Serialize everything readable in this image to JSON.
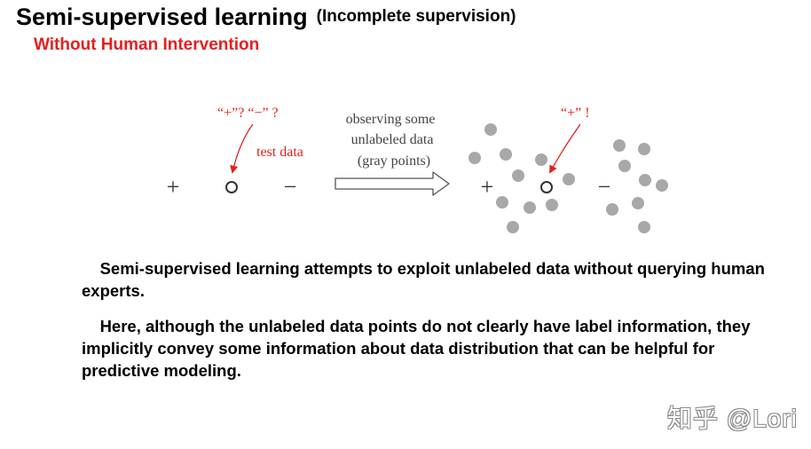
{
  "title": {
    "main": "Semi-supervised learning",
    "sub": "(Incomplete supervision)"
  },
  "subtitle": "Without Human Intervention",
  "diagram": {
    "left_panel": {
      "plus_symbol": "+",
      "minus_symbol": "−",
      "question_label": "“+”? “−” ?",
      "test_data_label": "test data"
    },
    "arrow_caption": [
      "observing some",
      "unlabeled data",
      "(gray points)"
    ],
    "right_panel": {
      "plus_symbol": "+",
      "minus_symbol": "−",
      "answer_label": "“+” !"
    },
    "colors": {
      "annotation": "#e61e1e",
      "unlabeled_point": "#a8a8a8",
      "symbol": "#333333"
    },
    "unlabeled_points_left_cluster": 10,
    "unlabeled_points_right_cluster": 8
  },
  "paragraphs": [
    "Semi-supervised learning attempts to exploit unlabeled data without querying human experts.",
    "Here, although the unlabeled data points do not clearly have label information, they implicitly convey some information about data distribution that can be helpful for predictive modeling."
  ],
  "watermark": "知乎 @Lori"
}
